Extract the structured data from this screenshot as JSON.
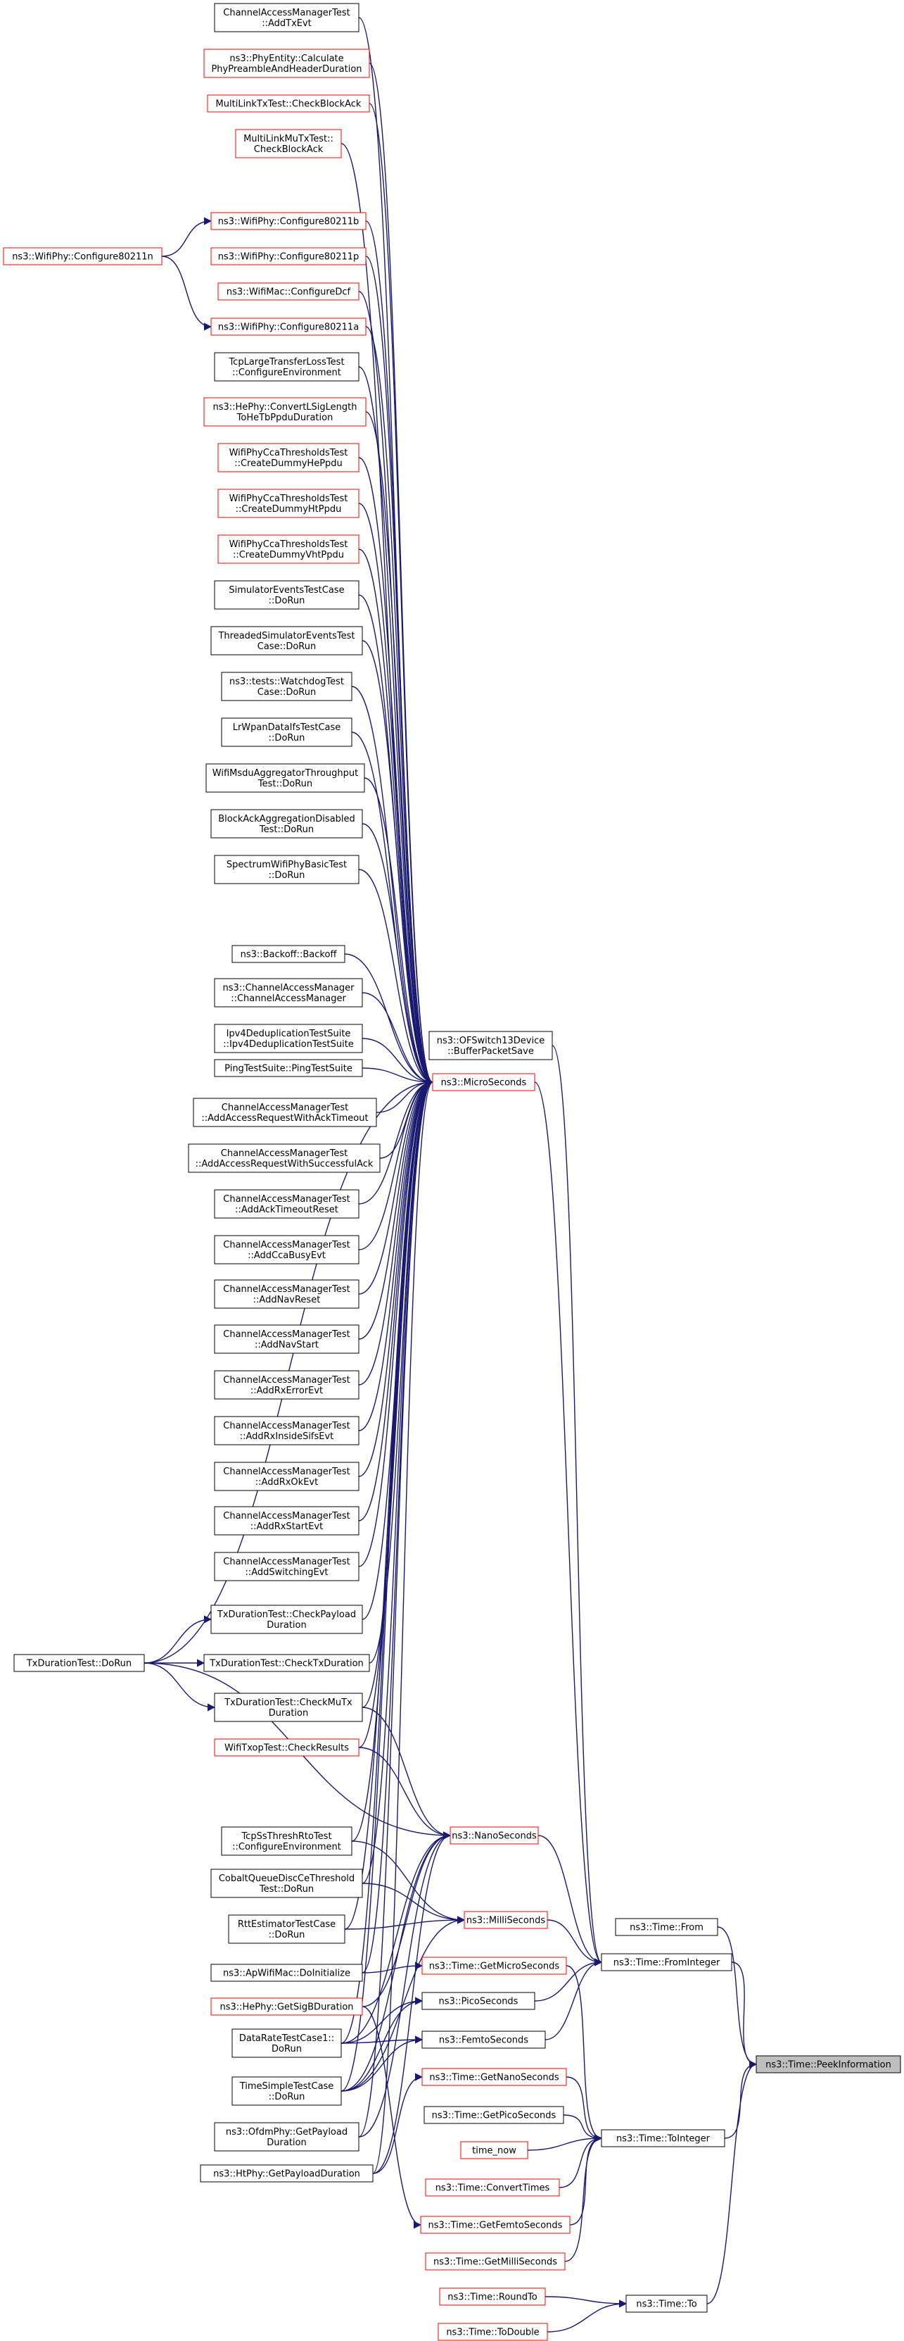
{
  "colors": {
    "edge": "#191970",
    "border_default": "#000000",
    "border_truncated": "#ff0000",
    "highlight_fill": "#bfbfbf",
    "node_fill": "#ffffff"
  },
  "nodes": [
    {
      "id": "n1",
      "lines": [
        "ChannelAccessManagerTest",
        "::AddTxEvt"
      ],
      "style": "black"
    },
    {
      "id": "n2",
      "lines": [
        "ns3::PhyEntity::Calculate",
        "PhyPreambleAndHeaderDuration"
      ],
      "style": "red"
    },
    {
      "id": "n3",
      "lines": [
        "MultiLinkTxTest::CheckBlockAck"
      ],
      "style": "red"
    },
    {
      "id": "n4",
      "lines": [
        "MultiLinkMuTxTest::",
        "CheckBlockAck"
      ],
      "style": "red"
    },
    {
      "id": "n5",
      "lines": [
        "ns3::WifiPhy::Configure80211b"
      ],
      "style": "red"
    },
    {
      "id": "n6",
      "lines": [
        "ns3::WifiPhy::Configure80211p"
      ],
      "style": "red"
    },
    {
      "id": "n7",
      "lines": [
        "ns3::WifiMac::ConfigureDcf"
      ],
      "style": "red"
    },
    {
      "id": "n8",
      "lines": [
        "ns3::WifiPhy::Configure80211a"
      ],
      "style": "red"
    },
    {
      "id": "n9",
      "lines": [
        "ns3::WifiPhy::Configure80211n"
      ],
      "style": "red"
    },
    {
      "id": "n10",
      "lines": [
        "TcpLargeTransferLossTest",
        "::ConfigureEnvironment"
      ],
      "style": "black"
    },
    {
      "id": "n11",
      "lines": [
        "ns3::HePhy::ConvertLSigLength",
        "ToHeTbPpduDuration"
      ],
      "style": "red"
    },
    {
      "id": "n12",
      "lines": [
        "WifiPhyCcaThresholdsTest",
        "::CreateDummyHePpdu"
      ],
      "style": "red"
    },
    {
      "id": "n13",
      "lines": [
        "WifiPhyCcaThresholdsTest",
        "::CreateDummyHtPpdu"
      ],
      "style": "red"
    },
    {
      "id": "n14",
      "lines": [
        "WifiPhyCcaThresholdsTest",
        "::CreateDummyVhtPpdu"
      ],
      "style": "red"
    },
    {
      "id": "n15",
      "lines": [
        "SimulatorEventsTestCase",
        "::DoRun"
      ],
      "style": "black"
    },
    {
      "id": "n16",
      "lines": [
        "ThreadedSimulatorEventsTest",
        "Case::DoRun"
      ],
      "style": "black"
    },
    {
      "id": "n17",
      "lines": [
        "ns3::tests::WatchdogTest",
        "Case::DoRun"
      ],
      "style": "black"
    },
    {
      "id": "n18",
      "lines": [
        "LrWpanDataIfsTestCase",
        "::DoRun"
      ],
      "style": "black"
    },
    {
      "id": "n19",
      "lines": [
        "WifiMsduAggregatorThroughput",
        "Test::DoRun"
      ],
      "style": "black"
    },
    {
      "id": "n20",
      "lines": [
        "BlockAckAggregationDisabled",
        "Test::DoRun"
      ],
      "style": "black"
    },
    {
      "id": "n21",
      "lines": [
        "SpectrumWifiPhyBasicTest",
        "::DoRun"
      ],
      "style": "black"
    },
    {
      "id": "n22",
      "lines": [
        "ns3::Backoff::Backoff"
      ],
      "style": "black"
    },
    {
      "id": "n23",
      "lines": [
        "ns3::ChannelAccessManager",
        "::ChannelAccessManager"
      ],
      "style": "black"
    },
    {
      "id": "n24",
      "lines": [
        "Ipv4DeduplicationTestSuite",
        "::Ipv4DeduplicationTestSuite"
      ],
      "style": "black"
    },
    {
      "id": "n25",
      "lines": [
        "PingTestSuite::PingTestSuite"
      ],
      "style": "black"
    },
    {
      "id": "n26",
      "lines": [
        "ChannelAccessManagerTest",
        "::AddAccessRequestWithAckTimeout"
      ],
      "style": "black"
    },
    {
      "id": "n27",
      "lines": [
        "ChannelAccessManagerTest",
        "::AddAccessRequestWithSuccessfulAck"
      ],
      "style": "black"
    },
    {
      "id": "n28",
      "lines": [
        "ChannelAccessManagerTest",
        "::AddAckTimeoutReset"
      ],
      "style": "black"
    },
    {
      "id": "n29",
      "lines": [
        "ChannelAccessManagerTest",
        "::AddCcaBusyEvt"
      ],
      "style": "black"
    },
    {
      "id": "n30",
      "lines": [
        "ChannelAccessManagerTest",
        "::AddNavReset"
      ],
      "style": "black"
    },
    {
      "id": "n31",
      "lines": [
        "ChannelAccessManagerTest",
        "::AddNavStart"
      ],
      "style": "black"
    },
    {
      "id": "n32",
      "lines": [
        "ChannelAccessManagerTest",
        "::AddRxErrorEvt"
      ],
      "style": "black"
    },
    {
      "id": "n33",
      "lines": [
        "ChannelAccessManagerTest",
        "::AddRxInsideSifsEvt"
      ],
      "style": "black"
    },
    {
      "id": "n34",
      "lines": [
        "ChannelAccessManagerTest",
        "::AddRxOkEvt"
      ],
      "style": "black"
    },
    {
      "id": "n35",
      "lines": [
        "ChannelAccessManagerTest",
        "::AddRxStartEvt"
      ],
      "style": "black"
    },
    {
      "id": "n36",
      "lines": [
        "ChannelAccessManagerTest",
        "::AddSwitchingEvt"
      ],
      "style": "black"
    },
    {
      "id": "n37",
      "lines": [
        "TxDurationTest::CheckPayload",
        "Duration"
      ],
      "style": "black"
    },
    {
      "id": "n38",
      "lines": [
        "TxDurationTest::CheckTxDuration"
      ],
      "style": "black"
    },
    {
      "id": "n39",
      "lines": [
        "TxDurationTest::CheckMuTx",
        "Duration"
      ],
      "style": "black"
    },
    {
      "id": "n40",
      "lines": [
        "TxDurationTest::DoRun"
      ],
      "style": "black"
    },
    {
      "id": "n41",
      "lines": [
        "WifiTxopTest::CheckResults"
      ],
      "style": "red"
    },
    {
      "id": "n42",
      "lines": [
        "TcpSsThreshRtoTest",
        "::ConfigureEnvironment"
      ],
      "style": "black"
    },
    {
      "id": "n43",
      "lines": [
        "CobaltQueueDiscCeThreshold",
        "Test::DoRun"
      ],
      "style": "black"
    },
    {
      "id": "n44",
      "lines": [
        "RttEstimatorTestCase",
        "::DoRun"
      ],
      "style": "black"
    },
    {
      "id": "n45",
      "lines": [
        "ns3::ApWifiMac::DoInitialize"
      ],
      "style": "black"
    },
    {
      "id": "n46",
      "lines": [
        "ns3::HePhy::GetSigBDuration"
      ],
      "style": "red"
    },
    {
      "id": "n47",
      "lines": [
        "DataRateTestCase1::",
        "DoRun"
      ],
      "style": "black"
    },
    {
      "id": "n48",
      "lines": [
        "TimeSimpleTestCase",
        "::DoRun"
      ],
      "style": "black"
    },
    {
      "id": "n49",
      "lines": [
        "ns3::OfdmPhy::GetPayload",
        "Duration"
      ],
      "style": "black"
    },
    {
      "id": "n50",
      "lines": [
        "ns3::HtPhy::GetPayloadDuration"
      ],
      "style": "black"
    },
    {
      "id": "n51",
      "lines": [
        "ns3::OFSwitch13Device",
        "::BufferPacketSave"
      ],
      "style": "black"
    },
    {
      "id": "n52",
      "lines": [
        "ns3::MicroSeconds"
      ],
      "style": "red"
    },
    {
      "id": "n53",
      "lines": [
        "ns3::NanoSeconds"
      ],
      "style": "red"
    },
    {
      "id": "n54",
      "lines": [
        "ns3::MilliSeconds"
      ],
      "style": "red"
    },
    {
      "id": "n55",
      "lines": [
        "ns3::Time::GetMicroSeconds"
      ],
      "style": "red"
    },
    {
      "id": "n56",
      "lines": [
        "ns3::PicoSeconds"
      ],
      "style": "black"
    },
    {
      "id": "n57",
      "lines": [
        "ns3::FemtoSeconds"
      ],
      "style": "black"
    },
    {
      "id": "n58",
      "lines": [
        "ns3::Time::GetNanoSeconds"
      ],
      "style": "red"
    },
    {
      "id": "n59",
      "lines": [
        "ns3::Time::GetPicoSeconds"
      ],
      "style": "black"
    },
    {
      "id": "n60",
      "lines": [
        "time_now"
      ],
      "style": "red"
    },
    {
      "id": "n61",
      "lines": [
        "ns3::Time::ConvertTimes"
      ],
      "style": "red"
    },
    {
      "id": "n62",
      "lines": [
        "ns3::Time::GetFemtoSeconds"
      ],
      "style": "red"
    },
    {
      "id": "n63",
      "lines": [
        "ns3::Time::GetMilliSeconds"
      ],
      "style": "red"
    },
    {
      "id": "n64",
      "lines": [
        "ns3::Time::RoundTo"
      ],
      "style": "red"
    },
    {
      "id": "n65",
      "lines": [
        "ns3::Time::ToDouble"
      ],
      "style": "red"
    },
    {
      "id": "n66",
      "lines": [
        "ns3::Time::From"
      ],
      "style": "black"
    },
    {
      "id": "n67",
      "lines": [
        "ns3::Time::FromInteger"
      ],
      "style": "black"
    },
    {
      "id": "n68",
      "lines": [
        "ns3::Time::ToInteger"
      ],
      "style": "black"
    },
    {
      "id": "n69",
      "lines": [
        "ns3::Time::To"
      ],
      "style": "black"
    },
    {
      "id": "n70",
      "lines": [
        "ns3::Time::PeekInformation"
      ],
      "style": "highlight"
    }
  ],
  "edges": [
    [
      "n1",
      "n52"
    ],
    [
      "n2",
      "n52"
    ],
    [
      "n3",
      "n52"
    ],
    [
      "n4",
      "n52"
    ],
    [
      "n5",
      "n52"
    ],
    [
      "n6",
      "n52"
    ],
    [
      "n7",
      "n52"
    ],
    [
      "n8",
      "n52"
    ],
    [
      "n9",
      "n5"
    ],
    [
      "n9",
      "n8"
    ],
    [
      "n10",
      "n52"
    ],
    [
      "n11",
      "n52"
    ],
    [
      "n12",
      "n52"
    ],
    [
      "n13",
      "n52"
    ],
    [
      "n14",
      "n52"
    ],
    [
      "n15",
      "n52"
    ],
    [
      "n16",
      "n52"
    ],
    [
      "n17",
      "n52"
    ],
    [
      "n18",
      "n52"
    ],
    [
      "n19",
      "n52"
    ],
    [
      "n20",
      "n52"
    ],
    [
      "n21",
      "n52"
    ],
    [
      "n22",
      "n52"
    ],
    [
      "n23",
      "n52"
    ],
    [
      "n24",
      "n52"
    ],
    [
      "n25",
      "n52"
    ],
    [
      "n26",
      "n52"
    ],
    [
      "n27",
      "n52"
    ],
    [
      "n28",
      "n52"
    ],
    [
      "n29",
      "n52"
    ],
    [
      "n30",
      "n52"
    ],
    [
      "n31",
      "n52"
    ],
    [
      "n32",
      "n52"
    ],
    [
      "n33",
      "n52"
    ],
    [
      "n34",
      "n52"
    ],
    [
      "n35",
      "n52"
    ],
    [
      "n36",
      "n52"
    ],
    [
      "n37",
      "n52"
    ],
    [
      "n38",
      "n52"
    ],
    [
      "n39",
      "n52"
    ],
    [
      "n41",
      "n52"
    ],
    [
      "n42",
      "n52"
    ],
    [
      "n43",
      "n52"
    ],
    [
      "n44",
      "n52"
    ],
    [
      "n45",
      "n52"
    ],
    [
      "n47",
      "n52"
    ],
    [
      "n48",
      "n52"
    ],
    [
      "n49",
      "n52"
    ],
    [
      "n50",
      "n52"
    ],
    [
      "n40",
      "n37"
    ],
    [
      "n40",
      "n38"
    ],
    [
      "n40",
      "n39"
    ],
    [
      "n40",
      "n52"
    ],
    [
      "n40",
      "n53"
    ],
    [
      "n39",
      "n53"
    ],
    [
      "n41",
      "n53"
    ],
    [
      "n42",
      "n54"
    ],
    [
      "n43",
      "n54"
    ],
    [
      "n44",
      "n54"
    ],
    [
      "n46",
      "n53"
    ],
    [
      "n47",
      "n53"
    ],
    [
      "n47",
      "n56"
    ],
    [
      "n47",
      "n57"
    ],
    [
      "n48",
      "n53"
    ],
    [
      "n48",
      "n54"
    ],
    [
      "n48",
      "n56"
    ],
    [
      "n48",
      "n57"
    ],
    [
      "n49",
      "n53"
    ],
    [
      "n50",
      "n53"
    ],
    [
      "n50",
      "n58"
    ],
    [
      "n45",
      "n55"
    ],
    [
      "n46",
      "n62"
    ],
    [
      "n52",
      "n67"
    ],
    [
      "n53",
      "n67"
    ],
    [
      "n54",
      "n67"
    ],
    [
      "n56",
      "n67"
    ],
    [
      "n57",
      "n67"
    ],
    [
      "n51",
      "n67"
    ],
    [
      "n55",
      "n68"
    ],
    [
      "n58",
      "n68"
    ],
    [
      "n59",
      "n68"
    ],
    [
      "n60",
      "n68"
    ],
    [
      "n61",
      "n68"
    ],
    [
      "n62",
      "n68"
    ],
    [
      "n63",
      "n68"
    ],
    [
      "n64",
      "n69"
    ],
    [
      "n65",
      "n69"
    ],
    [
      "n66",
      "n70"
    ],
    [
      "n67",
      "n70"
    ],
    [
      "n68",
      "n70"
    ],
    [
      "n69",
      "n70"
    ]
  ]
}
